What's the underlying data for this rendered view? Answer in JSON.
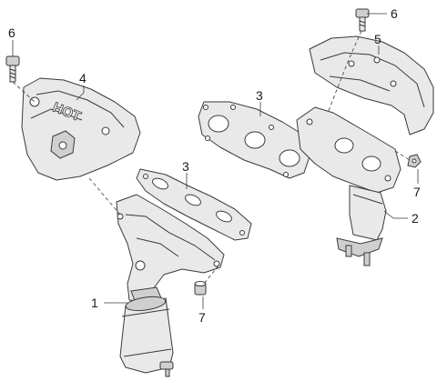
{
  "callouts": {
    "p1": "1",
    "p2": "2",
    "p3_left": "3",
    "p3_right": "3",
    "p4": "4",
    "p5": "5",
    "p6_left": "6",
    "p6_right": "6",
    "p7_left": "7",
    "p7_right": "7"
  },
  "emboss": {
    "heat_shield_text": "HOT"
  }
}
